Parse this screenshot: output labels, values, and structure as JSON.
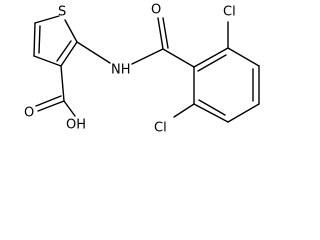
{
  "molecule": {
    "atoms": {
      "sulfur": "S",
      "carbonyl_oxygen": "O",
      "amide_nh": "NH",
      "chlorine_top": "Cl",
      "chlorine_bottom": "Cl",
      "acid_oxygen": "O",
      "acid_hydroxyl": "OH"
    }
  },
  "colors": {
    "bond": "#000000",
    "label": "#000000",
    "background": "#ffffff"
  }
}
